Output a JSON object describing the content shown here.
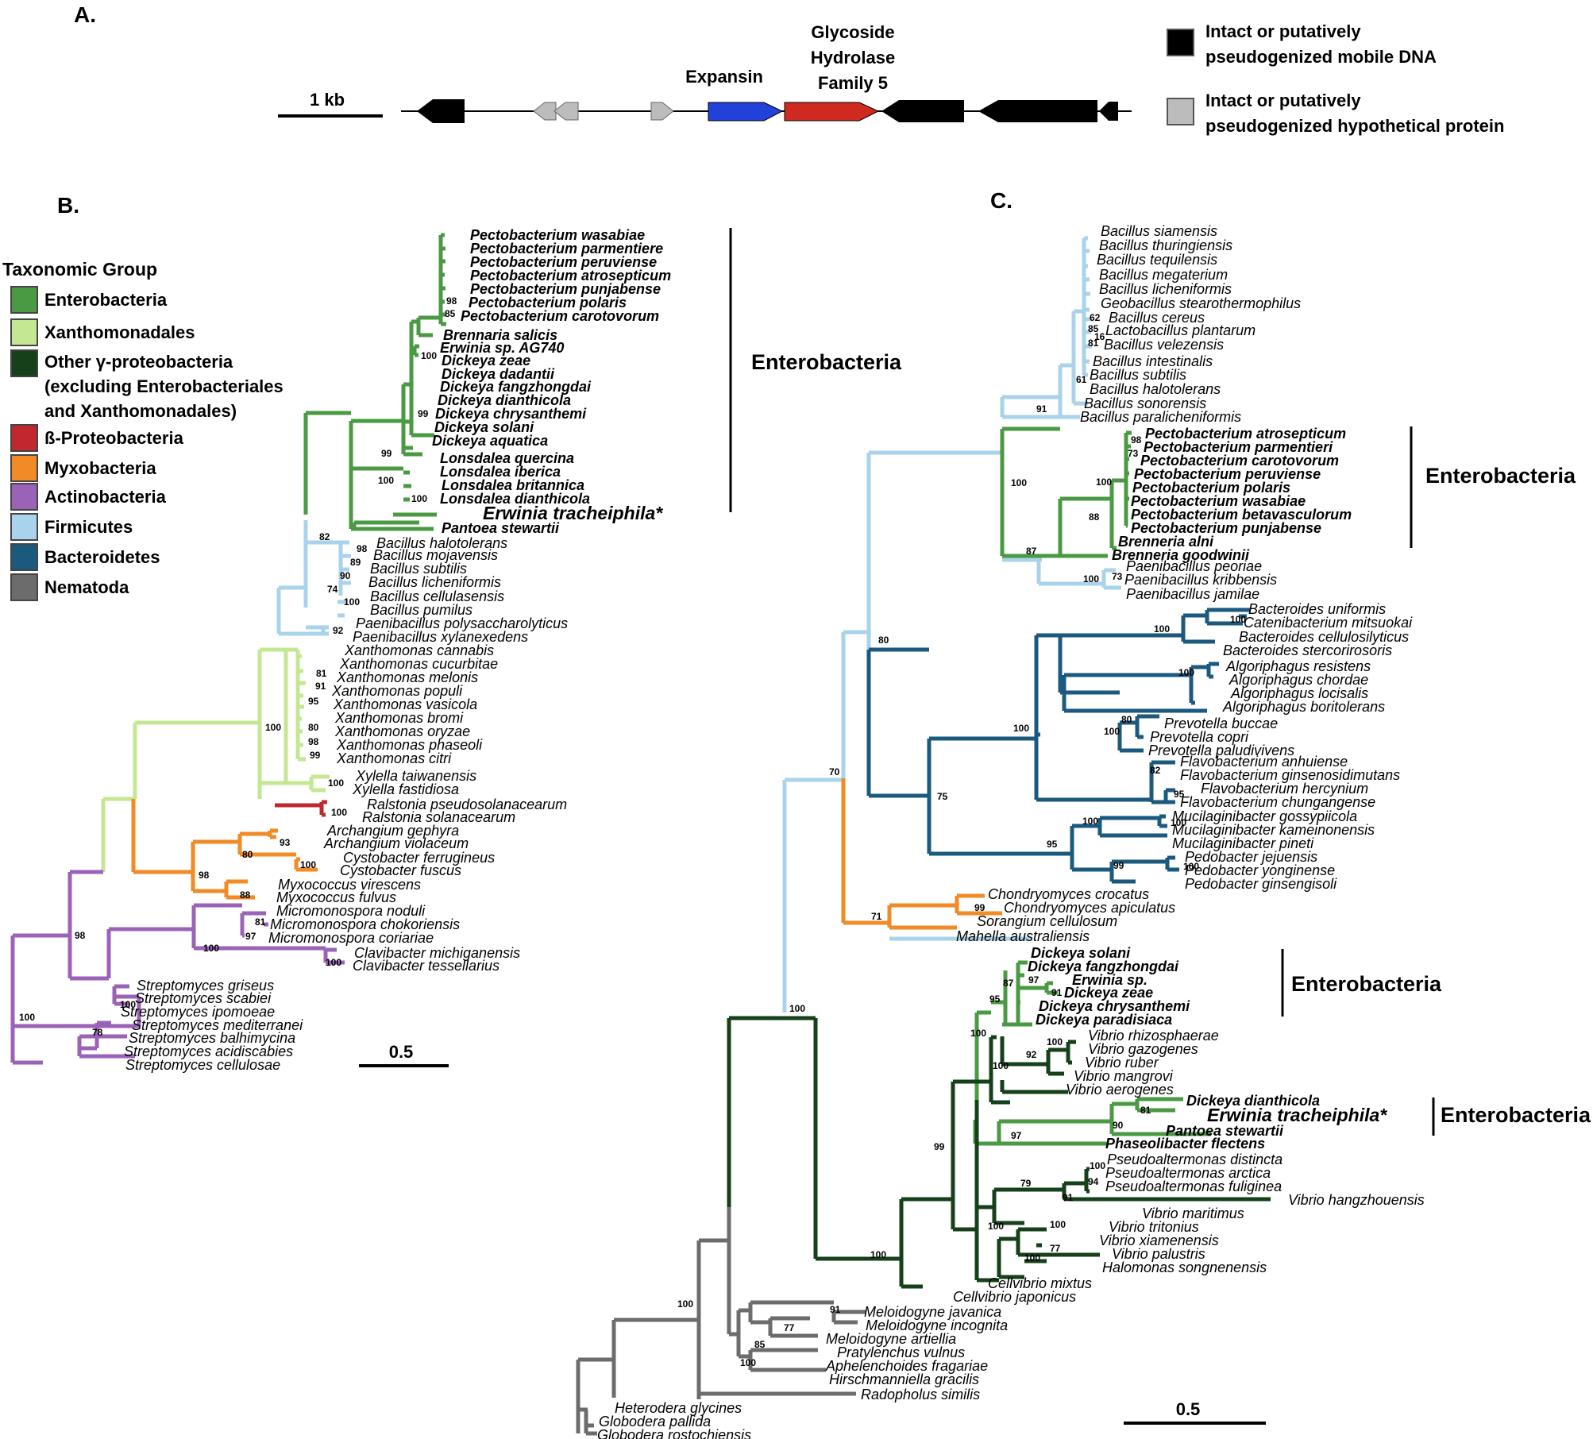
{
  "panel_labels": {
    "a": "A.",
    "b": "B.",
    "c": "C."
  },
  "panel_a": {
    "scale_label": "1 kb",
    "expansin_label": "Expansin",
    "gh_label_lines": [
      "Glycoside",
      "Hydrolase",
      "Family 5"
    ],
    "legend": [
      {
        "lines": [
          "Intact or putatively",
          "pseudogenized mobile DNA"
        ],
        "color": "#000000"
      },
      {
        "lines": [
          "Intact or putatively",
          "pseudogenized hypothetical protein"
        ],
        "color": "#bcbcbc"
      }
    ]
  },
  "legend": {
    "title": "Taxonomic Group",
    "items": [
      {
        "label": "Enterobacteria",
        "color": "#4a9a43"
      },
      {
        "label": "Xanthomonadales",
        "color": "#c4e794"
      },
      {
        "label": "Other γ-proteobacteria",
        "color": "#15401a",
        "extra_lines": [
          "(excluding Enterobacteriales",
          "and Xanthomonadales)"
        ]
      },
      {
        "label": "ß-Proteobacteria",
        "color": "#c0282d"
      },
      {
        "label": "Myxobacteria",
        "color": "#f28a26"
      },
      {
        "label": "Actinobacteria",
        "color": "#9b63b8"
      },
      {
        "label": "Firmicutes",
        "color": "#a9d3ea"
      },
      {
        "label": "Bacteroidetes",
        "color": "#1b5a7e"
      },
      {
        "label": "Nematoda",
        "color": "#6c6c6c"
      }
    ]
  },
  "tree_b": {
    "scale_label": "0.5",
    "clade_label": "Enterobacteria",
    "bootstrap": [
      "98",
      "85",
      "100",
      "99",
      "99",
      "100",
      "100",
      "82",
      "98",
      "89",
      "90",
      "74",
      "100",
      "92",
      "81",
      "91",
      "95",
      "100",
      "80",
      "98",
      "99",
      "100",
      "100",
      "93",
      "80",
      "100",
      "98",
      "88",
      "81",
      "97",
      "100",
      "100",
      "98",
      "100",
      "100",
      "78"
    ],
    "leaves": [
      "Pectobacterium wasabiae",
      "Pectobacterium parmentiere",
      "Pectobacterium peruviense",
      "Pectobacterium atrosepticum",
      "Pectobacterium punjabense",
      "Pectobacterium polaris",
      "Pectobacterium carotovorum",
      "Brennaria salicis",
      "Erwinia sp. AG740",
      "Dickeya zeae",
      "Dickeya dadantii",
      "Dickeya fangzhongdai",
      "Dickeya dianthicola",
      "Dickeya chrysanthemi",
      "Dickeya solani",
      "Dickeya aquatica",
      "Lonsdalea quercina",
      "Lonsdalea iberica",
      "Lonsdalea britannica",
      "Lonsdalea dianthicola",
      "Erwinia tracheiphila*",
      "Pantoea stewartii",
      "Bacillus halotolerans",
      "Bacillus mojavensis",
      "Bacillus subtilis",
      "Bacillus licheniformis",
      "Bacillus cellulasensis",
      "Bacillus pumilus",
      "Paenibacillus polysaccharolyticus",
      "Paenibacillus xylanexedens",
      "Xanthomonas cannabis",
      "Xanthomonas cucurbitae",
      "Xanthomonas melonis",
      "Xanthomonas populi",
      "Xanthomonas vasicola",
      "Xanthomonas bromi",
      "Xanthomonas oryzae",
      "Xanthomonas phaseoli",
      "Xanthomonas citri",
      "Xylella taiwanensis",
      "Xylella fastidiosa",
      "Ralstonia pseudosolanacearum",
      "Ralstonia solanacearum",
      "Archangium gephyra",
      "Archangium violaceum",
      "Cystobacter ferrugineus",
      "Cystobacter fuscus",
      "Myxococcus virescens",
      "Myxococcus fulvus",
      "Micromonospora noduli",
      "Micromonospora chokoriensis",
      "Micromonospora coriariae",
      "Clavibacter michiganensis",
      "Clavibacter tessellarius",
      "Streptomyces griseus",
      "Streptomyces scabiei",
      "Streptomyces ipomoeae",
      "Streptomyces mediterranei",
      "Streptomyces balhimycina",
      "Streptomyces acidiscabies",
      "Streptomyces cellulosae"
    ]
  },
  "tree_c": {
    "scale_label": "0.5",
    "clade_labels": [
      "Enterobacteria",
      "Enterobacteria",
      "Enterobacteria"
    ],
    "bootstrap": [
      "62",
      "85",
      "16",
      "81",
      "61",
      "91",
      "100",
      "98",
      "73",
      "100",
      "88",
      "87",
      "100",
      "73",
      "80",
      "100",
      "100",
      "100",
      "100",
      "80",
      "100",
      "82",
      "95",
      "75",
      "70",
      "100",
      "100",
      "95",
      "99",
      "100",
      "99",
      "71",
      "100",
      "97",
      "91",
      "87",
      "95",
      "100",
      "100",
      "92",
      "100",
      "81",
      "90",
      "97",
      "99",
      "100",
      "94",
      "79",
      "91",
      "100",
      "77",
      "100",
      "100",
      "100",
      "91",
      "77",
      "85",
      "100",
      "100"
    ],
    "leaves": [
      "Bacillus siamensis",
      "Bacillus thuringiensis",
      "Bacillus tequilensis",
      "Bacillus megaterium",
      "Bacillus licheniformis",
      "Geobacillus stearothermophilus",
      "Bacillus cereus",
      "Lactobacillus plantarum",
      "Bacillus velezensis",
      "Bacillus intestinalis",
      "Bacillus subtilis",
      "Bacillus halotolerans",
      "Bacillus sonorensis",
      "Bacillus paralicheniformis",
      "Pectobacterium atrosepticum",
      "Pectobacterium parmentieri",
      "Pectobacterium carotovorum",
      "Pectobacterium peruviense",
      "Pectobacterium polaris",
      "Pectobacterium wasabiae",
      "Pectobacterium betavasculorum",
      "Pectobacterium punjabense",
      "Brenneria alni",
      "Brenneria goodwinii",
      "Paenibacillus peoriae",
      "Paenibacillus kribbensis",
      "Paenibacillus jamilae",
      "Bacteroides uniformis",
      "Catenibacterium mitsuokai",
      "Bacteroides cellulosilyticus",
      "Bacteroides stercorirosoris",
      "Algoriphagus resistens",
      "Algoriphagus chordae",
      "Algoriphagus locisalis",
      "Algoriphagus boritolerans",
      "Prevotella buccae",
      "Prevotella copri",
      "Prevotella paludivivens",
      "Flavobacterium anhuiense",
      "Flavobacterium ginsenosidimutans",
      "Flavobacterium hercynium",
      "Flavobacterium chungangense",
      "Mucilaginibacter gossypiicola",
      "Mucilaginibacter kameinonensis",
      "Mucilaginibacter pineti",
      "Pedobacter jejuensis",
      "Pedobacter yonginense",
      "Pedobacter ginsengisoli",
      "Chondryomyces crocatus",
      "Chondryomyces apiculatus",
      "Sorangium cellulosum",
      "Mahella australiensis",
      "Dickeya solani",
      "Dickeya fangzhongdai",
      "Erwinia sp.",
      "Dickeya zeae",
      "Dickeya chrysanthemi",
      "Dickeya paradisiaca",
      "Vibrio rhizosphaerae",
      "Vibrio gazogenes",
      "Vibrio ruber",
      "Vibrio mangrovi",
      "Vibrio aerogenes",
      "Dickeya dianthicola",
      "Erwinia tracheiphila*",
      "Pantoea stewartii",
      "Phaseolibacter flectens",
      "Pseudoaltermonas distincta",
      "Pseudoaltermonas arctica",
      "Pseudoaltermonas fuliginea",
      "Vibrio hangzhouensis",
      "Vibrio maritimus",
      "Vibrio tritonius",
      "Vibrio xiamenensis",
      "Vibrio palustris",
      "Halomonas songnenensis",
      "Cellvibrio mixtus",
      "Cellvibrio japonicus",
      "Meloidogyne javanica",
      "Meloidogyne incognita",
      "Meloidogyne artiellia",
      "Pratylenchus vulnus",
      "Aphelenchoides fragariae",
      "Hirschmanniella gracilis",
      "Radopholus similis",
      "Heterodera glycines",
      "Globodera pallida",
      "Globodera rostochiensis"
    ]
  }
}
